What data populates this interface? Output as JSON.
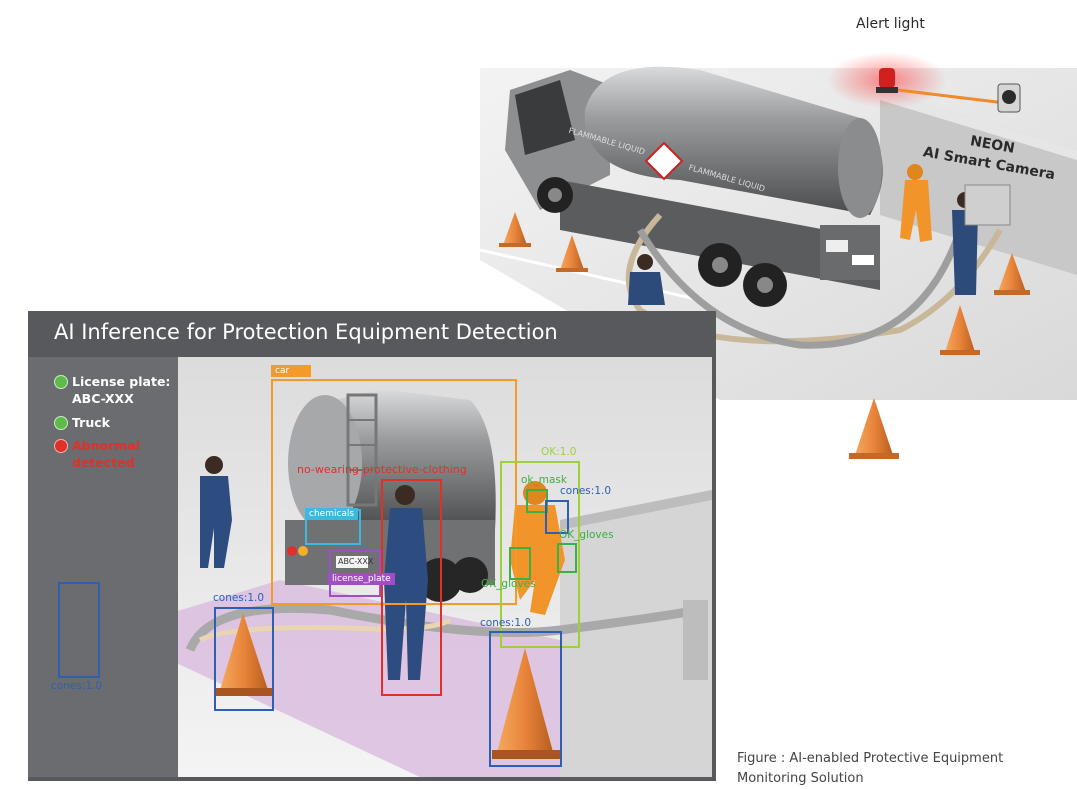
{
  "top_scene": {
    "alert_light_label": "Alert light",
    "camera_label": "NEON\nAI Smart Camera",
    "tank_text_1": "FLAMMABLE LIQUID",
    "tank_text_2": "FLAMMABLE LIQUID"
  },
  "panel": {
    "title": "AI Inference for Protection Equipment Detection",
    "legend": [
      {
        "text": "License plate: ABC-XXX",
        "status_color": "#5dbb4a",
        "text_color": "#ffffff"
      },
      {
        "text": "Truck",
        "status_color": "#5dbb4a",
        "text_color": "#ffffff"
      },
      {
        "text": "Abnormal detected",
        "status_color": "#e0302a",
        "text_color": "#e0302a"
      }
    ],
    "plate_text": "ABC-XXX",
    "detections": [
      {
        "label": "car",
        "color": "#f39a2b"
      },
      {
        "label": "no-wearing-protective-clothing",
        "color": "#e0302a"
      },
      {
        "label": "chemicals",
        "color": "#3fb8e0"
      },
      {
        "label": "license_plate",
        "color": "#a04ec8"
      },
      {
        "label": "OK:1.0",
        "color": "#9fcf3a"
      },
      {
        "label": "ok_mask",
        "color": "#3fae44"
      },
      {
        "label": "cones:1.0",
        "color": "#2f5fb3"
      },
      {
        "label": "OK_gloves",
        "color": "#3fae44"
      },
      {
        "label": "OK_gloves",
        "color": "#3fae44"
      },
      {
        "label": "cones:1.0",
        "color": "#2f5fb3"
      },
      {
        "label": "cones:1.0",
        "color": "#2f5fb3"
      },
      {
        "label": "cones:1.0",
        "color": "#2f5fb3"
      }
    ]
  },
  "caption": "Figure : AI-enabled Protective Equipment Monitoring Solution"
}
